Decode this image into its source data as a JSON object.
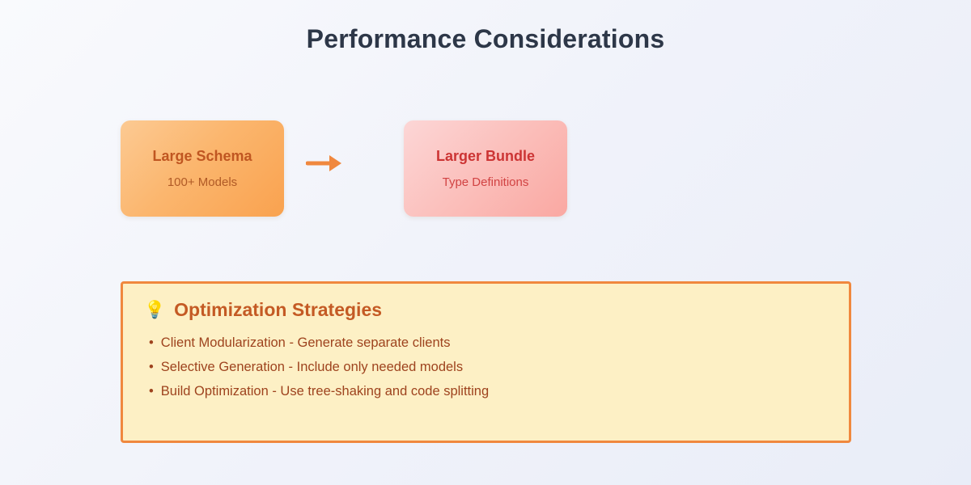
{
  "title": "Performance Considerations",
  "flow": {
    "source": {
      "title": "Large Schema",
      "subtitle": "100+ Models"
    },
    "target": {
      "title": "Larger Bundle",
      "subtitle": "Type Definitions"
    },
    "arrow": "right-arrow"
  },
  "panel": {
    "icon": "💡",
    "title": "Optimization Strategies",
    "bullet": "•",
    "items": [
      "Client Modularization - Generate separate clients",
      "Selective Generation - Include only needed models",
      "Build Optimization - Use tree-shaking and code splitting"
    ]
  },
  "colors": {
    "title_text": "#2d3748",
    "accent_orange": "#f0883e",
    "source_box_gradient_start": "#fcca93",
    "source_box_gradient_end": "#f9a24f",
    "source_box_text": "#c05621",
    "target_box_gradient_start": "#fcd6d6",
    "target_box_gradient_end": "#faa8a2",
    "target_box_text": "#cc3434",
    "panel_background": "#fdf0c5",
    "panel_border": "#f0883e",
    "panel_title_text": "#c45a24",
    "panel_body_text": "#9e431e",
    "page_background_start": "#f9fafd",
    "page_background_end": "#e9edf8"
  }
}
